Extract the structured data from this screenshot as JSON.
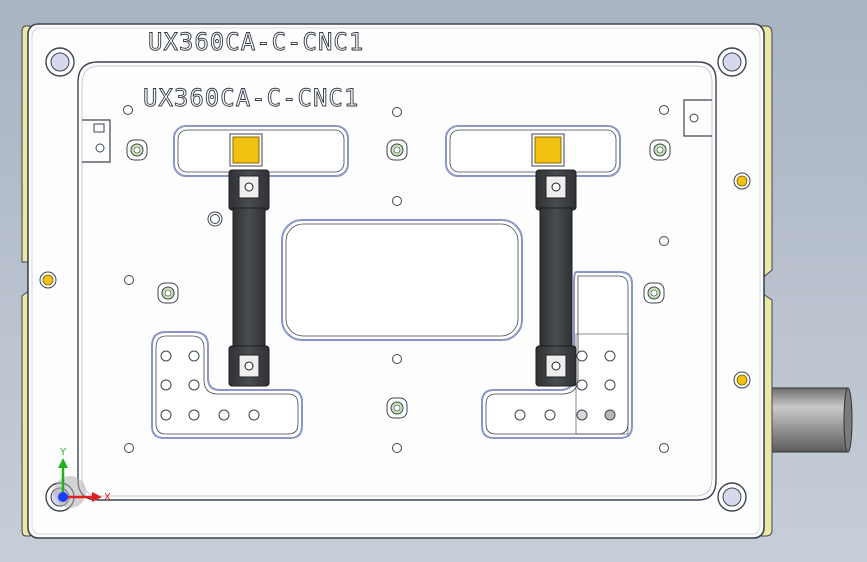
{
  "part_labels": {
    "top": "UX360CA-C-CNC1",
    "inner": "UX360CA-C-CNC1"
  },
  "triad": {
    "y_label": "Y",
    "x_label": "X"
  },
  "colors": {
    "background": "#b5bfcb",
    "plate_face": "#fdfdfd",
    "plate_edge": "#3d4450",
    "rail_yellow": "#ebe7a6",
    "pad_yellow": "#f2c010",
    "locator_green": "#c9e6b4",
    "pocket_outline": "#8a95c8",
    "clamp_dark": "#3a3d40",
    "cylinder_gray": "#8e8e8e",
    "axis_x": "#e02020",
    "axis_y": "#20b020",
    "axis_z": "#1a3cff"
  },
  "icons": [
    "corner-bolt-icon",
    "locator-pin-icon",
    "axis-triad-icon"
  ]
}
